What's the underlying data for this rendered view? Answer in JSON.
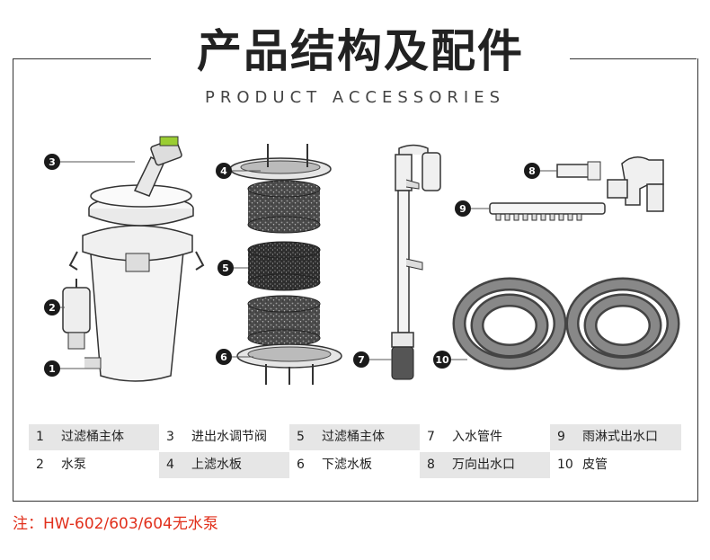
{
  "title": "产品结构及配件",
  "subtitle": "PRODUCT ACCESSORIES",
  "parts_table": [
    [
      {
        "num": "1",
        "name": "过滤桶主体"
      },
      {
        "num": "2",
        "name": "水泵"
      }
    ],
    [
      {
        "num": "3",
        "name": "进出水调节阀"
      },
      {
        "num": "4",
        "name": "上滤水板"
      }
    ],
    [
      {
        "num": "5",
        "name": "过滤桶主体"
      },
      {
        "num": "6",
        "name": "下滤水板"
      }
    ],
    [
      {
        "num": "7",
        "name": "入水管件"
      },
      {
        "num": "8",
        "name": "万向出水口"
      }
    ],
    [
      {
        "num": "9",
        "name": "雨淋式出水口"
      },
      {
        "num": "10",
        "name": "皮管"
      }
    ]
  ],
  "callouts": [
    "1",
    "2",
    "3",
    "4",
    "5",
    "6",
    "7",
    "8",
    "9",
    "10"
  ],
  "note": "注：HW-602/603/604无水泵",
  "colors": {
    "note": "#e1301c",
    "table_shade": "#e6e6e6",
    "callout": "#1a1a1a"
  }
}
